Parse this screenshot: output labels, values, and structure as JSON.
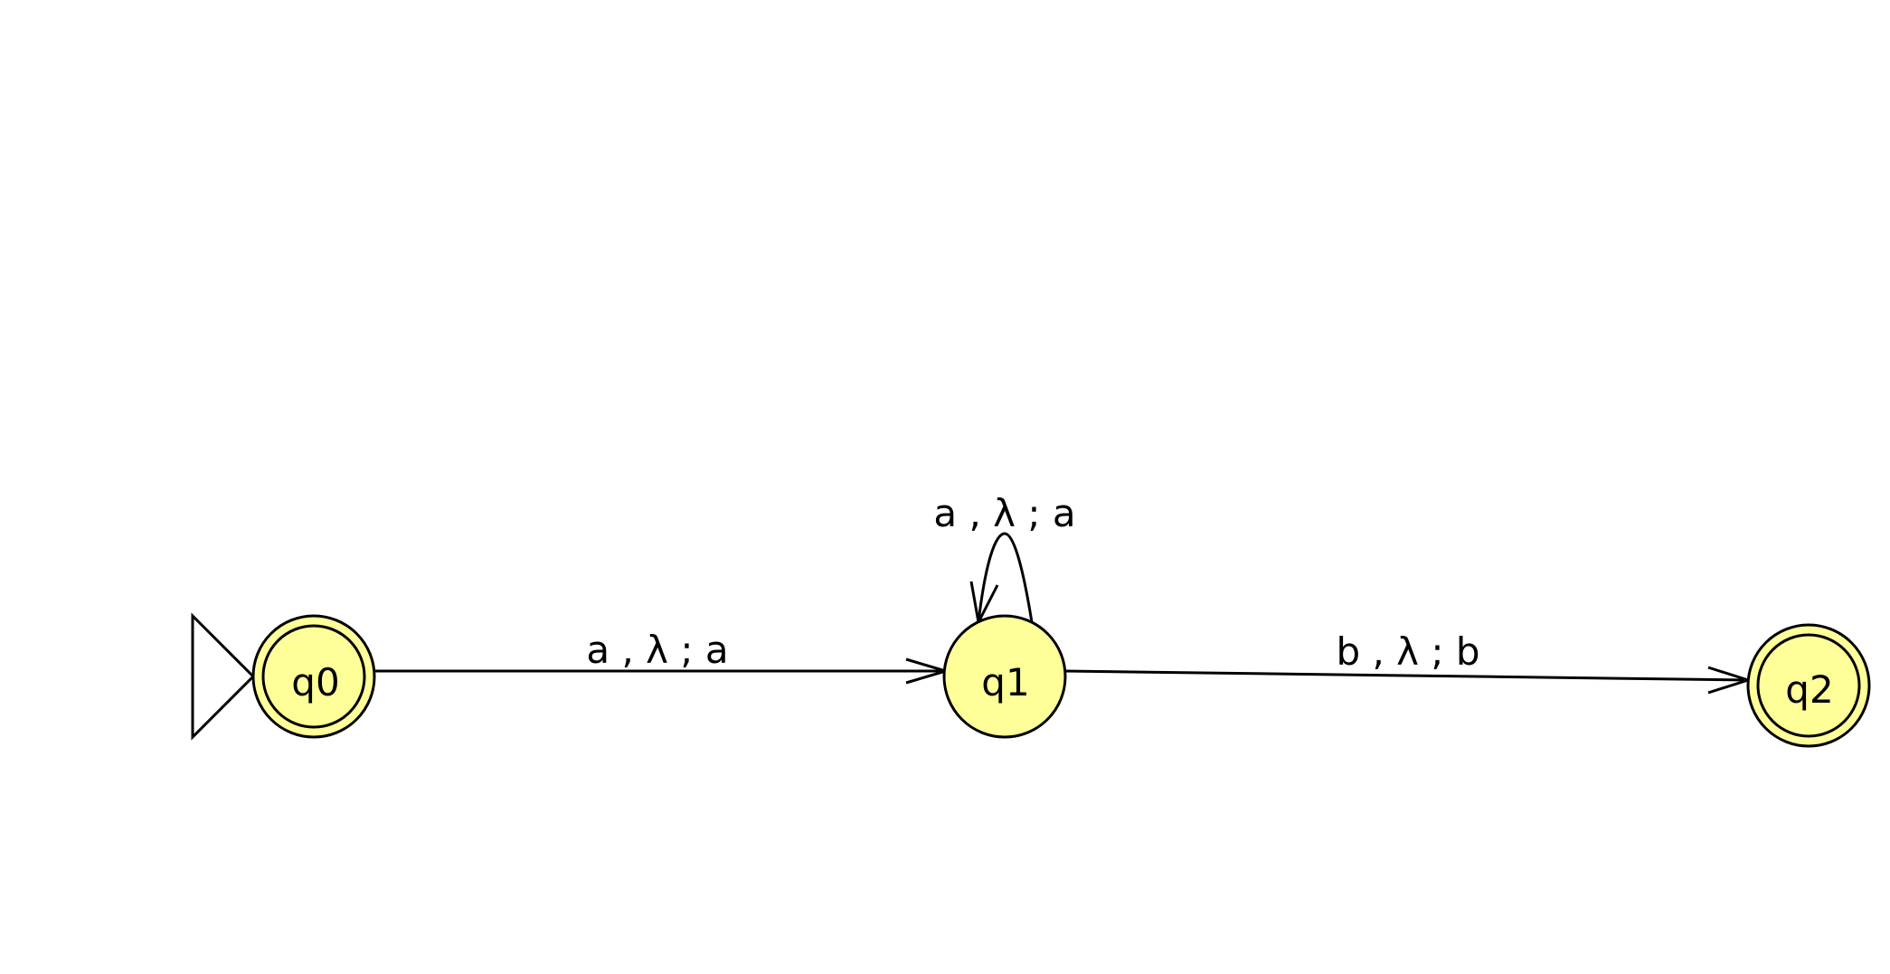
{
  "diagram": {
    "type": "pushdown-automaton",
    "colors": {
      "state_fill": "#ffff99",
      "stroke": "#000000",
      "background": "#ffffff"
    },
    "states": [
      {
        "id": "q0",
        "label": "q0",
        "initial": true,
        "final": true
      },
      {
        "id": "q1",
        "label": "q1",
        "initial": false,
        "final": false
      },
      {
        "id": "q2",
        "label": "q2",
        "initial": false,
        "final": true
      }
    ],
    "transitions": [
      {
        "from": "q0",
        "to": "q1",
        "label": "a , λ ; a"
      },
      {
        "from": "q1",
        "to": "q1",
        "label": "a , λ ; a"
      },
      {
        "from": "q1",
        "to": "q2",
        "label": "b , λ ; b"
      }
    ]
  }
}
